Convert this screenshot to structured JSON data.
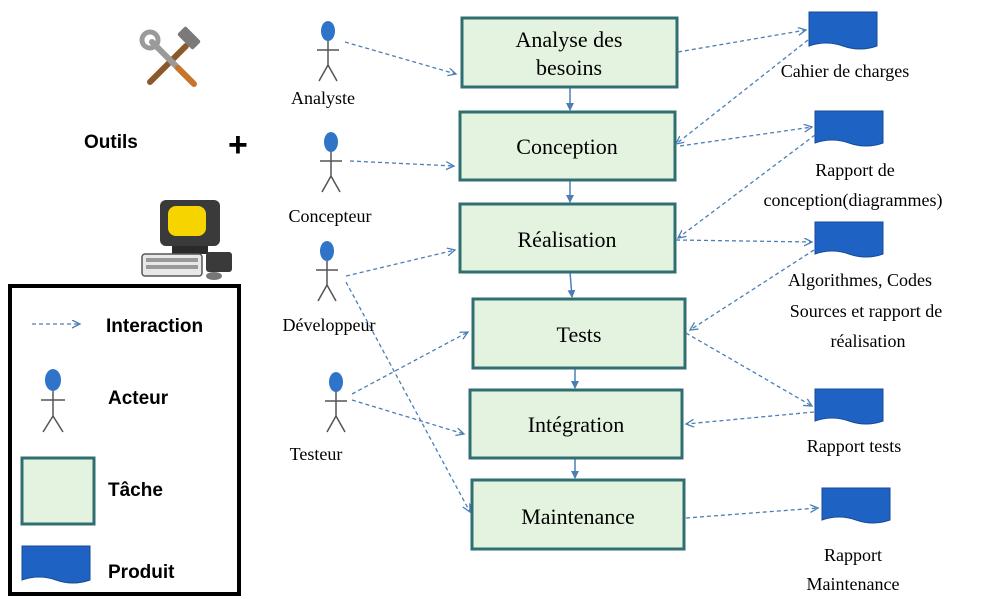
{
  "tasks": [
    {
      "lines": [
        "Analyse des",
        "besoins"
      ]
    },
    {
      "lines": [
        "Conception"
      ]
    },
    {
      "lines": [
        "Réalisation"
      ]
    },
    {
      "lines": [
        "Tests"
      ]
    },
    {
      "lines": [
        "Intégration"
      ]
    },
    {
      "lines": [
        "Maintenance"
      ]
    }
  ],
  "actors": [
    {
      "name": "Analyste"
    },
    {
      "name": "Concepteur"
    },
    {
      "name": "Développeur"
    },
    {
      "name": "Testeur"
    }
  ],
  "products": [
    {
      "lines": [
        "Cahier de charges"
      ]
    },
    {
      "lines": [
        "Rapport de",
        "conception(diagrammes)"
      ]
    },
    {
      "lines": [
        "Algorithmes, Codes",
        "Sources et rapport de",
        "réalisation"
      ]
    },
    {
      "lines": [
        "Rapport tests"
      ]
    },
    {
      "lines": [
        "Rapport",
        "Maintenance"
      ]
    }
  ],
  "tools": {
    "label": "Outils",
    "plus": "+",
    "tool_icon": "hammer-wrench-icon",
    "computer_icon": "computer-icon"
  },
  "legend": {
    "interaction": "Interaction",
    "actor": "Acteur",
    "task": "Tâche",
    "product": "Produit"
  },
  "colors": {
    "task_fill": "#e3f3e0",
    "task_border": "#2f6f72",
    "product_fill": "#1e63c4",
    "arrow": "#4a7fb5",
    "actor_fill": "#2f74c9"
  }
}
